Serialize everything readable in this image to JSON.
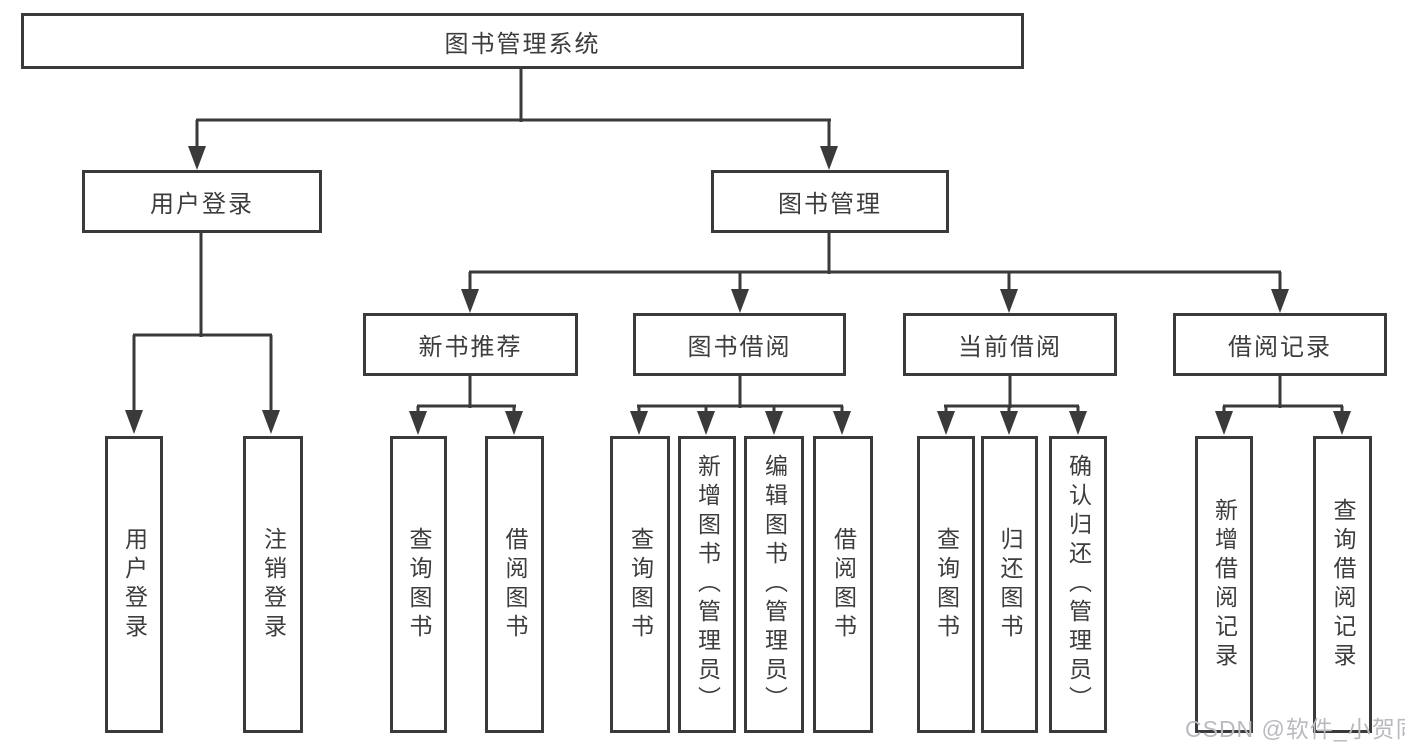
{
  "diagram": {
    "root": {
      "label": "图书管理系统"
    },
    "level2": [
      {
        "label": "用户登录"
      },
      {
        "label": "图书管理"
      }
    ],
    "level3": [
      {
        "label": "新书推荐"
      },
      {
        "label": "图书借阅"
      },
      {
        "label": "当前借阅"
      },
      {
        "label": "借阅记录"
      }
    ],
    "leaves": [
      {
        "label": "用户登录"
      },
      {
        "label": "注销登录"
      },
      {
        "label": "查询图书"
      },
      {
        "label": "借阅图书"
      },
      {
        "label": "查询图书"
      },
      {
        "label": "新增图书（管理员）"
      },
      {
        "label": "编辑图书（管理员）"
      },
      {
        "label": "借阅图书"
      },
      {
        "label": "查询图书"
      },
      {
        "label": "归还图书"
      },
      {
        "label": "确认归还（管理员）"
      },
      {
        "label": "新增借阅记录"
      },
      {
        "label": "查询借阅记录"
      }
    ]
  },
  "watermark": {
    "text": "CSDN @软件_小贺同学"
  },
  "colors": {
    "line": "#3a3a3a",
    "text": "#3d3d3d",
    "watermark": "#b9bac0",
    "background": "#ffffff"
  }
}
